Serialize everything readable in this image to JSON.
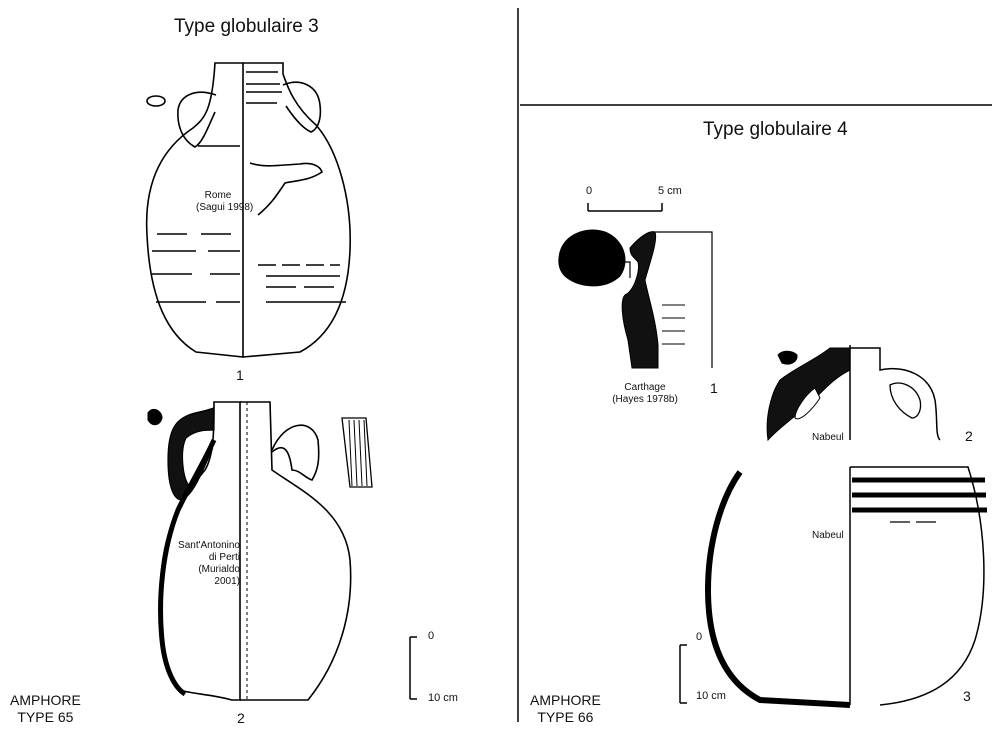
{
  "left_panel": {
    "title": "Type globulaire 3",
    "label": [
      "AMPHORE",
      "TYPE 65"
    ],
    "fig1": {
      "number": "1",
      "caption": [
        "Rome",
        "(Sagui 1998)"
      ]
    },
    "fig2": {
      "number": "2",
      "caption": [
        "Sant'Antonino",
        "di Perti",
        "(Murialdo",
        "2001)"
      ]
    },
    "scale": {
      "top": "0",
      "bottom": "10 cm"
    }
  },
  "right_panel": {
    "title": "Type globulaire 4",
    "label": [
      "AMPHORE",
      "TYPE 66"
    ],
    "scale_small": {
      "left": "0",
      "right": "5 cm"
    },
    "fig1": {
      "number": "1",
      "caption": [
        "Carthage",
        "(Hayes 1978b)"
      ]
    },
    "fig2": {
      "number": "2",
      "caption": "Nabeul"
    },
    "fig3": {
      "number": "3",
      "caption": "Nabeul"
    },
    "scale": {
      "top": "0",
      "bottom": "10 cm"
    }
  }
}
